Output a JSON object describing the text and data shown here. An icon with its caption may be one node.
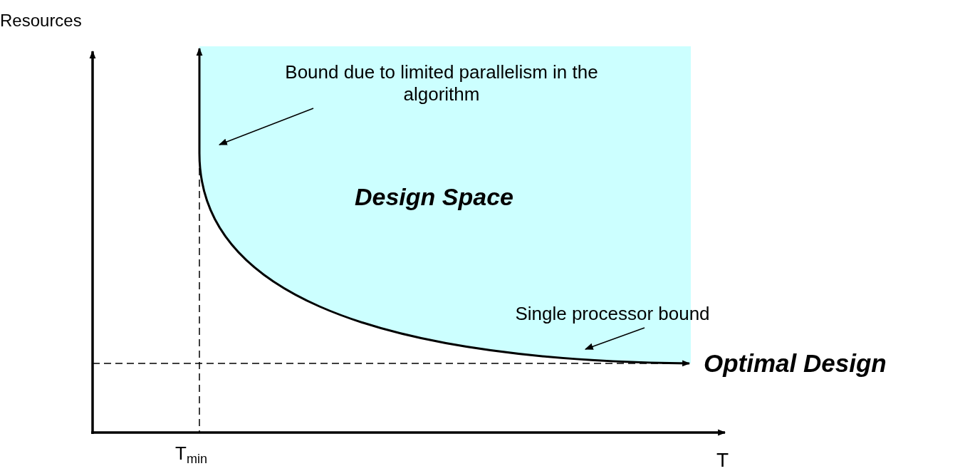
{
  "diagram": {
    "nodes": [
      {
        "text": [
          "Bound due to limited parallelism in the algorithm"
        ]
      },
      {
        "text": [
          "Single processor bound"
        ]
      }
    ],
    "edges": [
      {
        "from": 0,
        "to": null,
        "arrow": "to"
      },
      {
        "from": 1,
        "to": null,
        "arrow": "to"
      }
    ],
    "labels": [
      "Resources",
      "Design Space",
      "Optimal Design",
      "T$_{min}$",
      "T"
    ]
  }
}
